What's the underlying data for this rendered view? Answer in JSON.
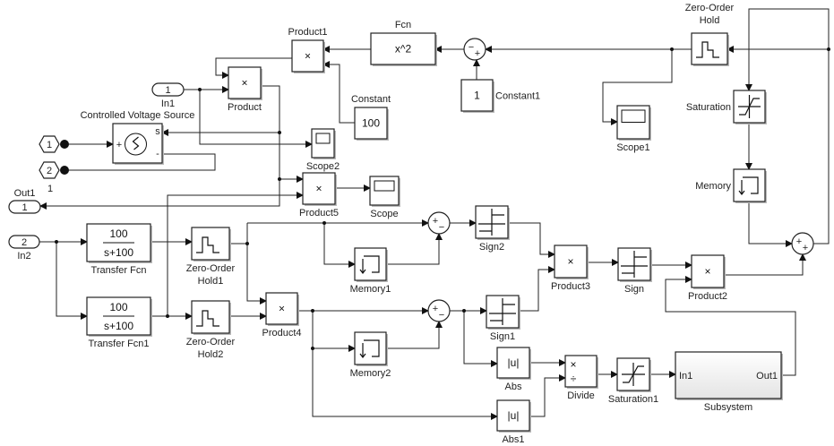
{
  "blocks": {
    "product1": {
      "label": "Product1",
      "glyph": "×"
    },
    "fcn": {
      "label": "Fcn",
      "glyph": "x^2"
    },
    "sum_top": {
      "signs": [
        "−",
        "+"
      ]
    },
    "constant1": {
      "label": "Constant1",
      "glyph": "1"
    },
    "zoh": {
      "label": [
        "Zero-Order",
        "Hold"
      ]
    },
    "scope1": {
      "label": "Scope1"
    },
    "saturation": {
      "label": "Saturation"
    },
    "memory": {
      "label": "Memory"
    },
    "sum_right": {
      "signs": [
        "+",
        "+"
      ]
    },
    "product": {
      "label": "Product",
      "glyph": "×"
    },
    "cvs": {
      "label": "Controlled Voltage Source",
      "ports": [
        "+",
        "s",
        "-"
      ]
    },
    "scope2": {
      "label": "Scope2"
    },
    "constant": {
      "label": "Constant",
      "glyph": "100"
    },
    "product5": {
      "label": "Product5",
      "glyph": "×"
    },
    "scope": {
      "label": "Scope"
    },
    "tf": {
      "label": "Transfer Fcn",
      "num": "100",
      "den": "s+100"
    },
    "tf1": {
      "label": "Transfer Fcn1",
      "num": "100",
      "den": "s+100"
    },
    "zoh1": {
      "label": [
        "Zero-Order",
        "Hold1"
      ]
    },
    "zoh2": {
      "label": [
        "Zero-Order",
        "Hold2"
      ]
    },
    "product4": {
      "label": "Product4",
      "glyph": "×"
    },
    "memory1": {
      "label": "Memory1"
    },
    "memory2": {
      "label": "Memory2"
    },
    "sum2": {
      "signs": [
        "+",
        "−"
      ]
    },
    "sum3": {
      "signs": [
        "+",
        "−"
      ]
    },
    "sign2": {
      "label": "Sign2"
    },
    "sign1": {
      "label": "Sign1"
    },
    "product3": {
      "label": "Product3",
      "glyph": "×"
    },
    "sign": {
      "label": "Sign"
    },
    "product2": {
      "label": "Product2",
      "glyph": "×"
    },
    "abs": {
      "label": "Abs",
      "glyph": "|u|"
    },
    "abs1": {
      "label": "Abs1",
      "glyph": "|u|"
    },
    "divide": {
      "label": "Divide",
      "glyph": [
        "×",
        "÷"
      ]
    },
    "saturation1": {
      "label": "Saturation1"
    },
    "subsystem": {
      "label": "Subsystem",
      "in": "In1",
      "out": "Out1"
    }
  },
  "ports": {
    "in1": {
      "label": "In1",
      "number": "1"
    },
    "in2": {
      "label": "In2",
      "number": "2"
    },
    "out1": {
      "label": "Out1",
      "number": "1"
    },
    "conn1": {
      "number": "1"
    },
    "conn2": {
      "number": "2",
      "label": "1"
    }
  }
}
